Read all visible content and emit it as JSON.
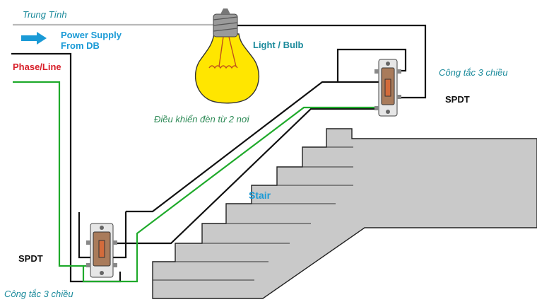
{
  "labels": {
    "neutral": "Trung Tính",
    "power_supply": "Power Supply\nFrom DB",
    "phase_line": "Phase/Line",
    "light_bulb": "Light / Bulb",
    "switch_top_label": "Công tắc 3 chiều",
    "spdt_top": "SPDT",
    "control_caption": "Điều khiển đèn từ 2 nơi",
    "stair": "Stair",
    "spdt_bottom": "SPDT",
    "switch_bottom_label": "Công tắc 3 chiều"
  },
  "icons": {
    "supply_arrow": "right-arrow-icon",
    "bulb": "light-bulb-icon",
    "switch": "three-way-switch-icon"
  },
  "colors": {
    "neutral_wire": "#b9b9b9",
    "line_wire": "#1faa2b",
    "traveler_wire": "#111111",
    "stair_fill": "#c9c9c9",
    "bulb_glass": "#ffe600",
    "switch_body": "#a97b5b",
    "label_teal": "#1b8a9b",
    "label_blue": "#1a9ad6",
    "label_red": "#d8202a"
  }
}
